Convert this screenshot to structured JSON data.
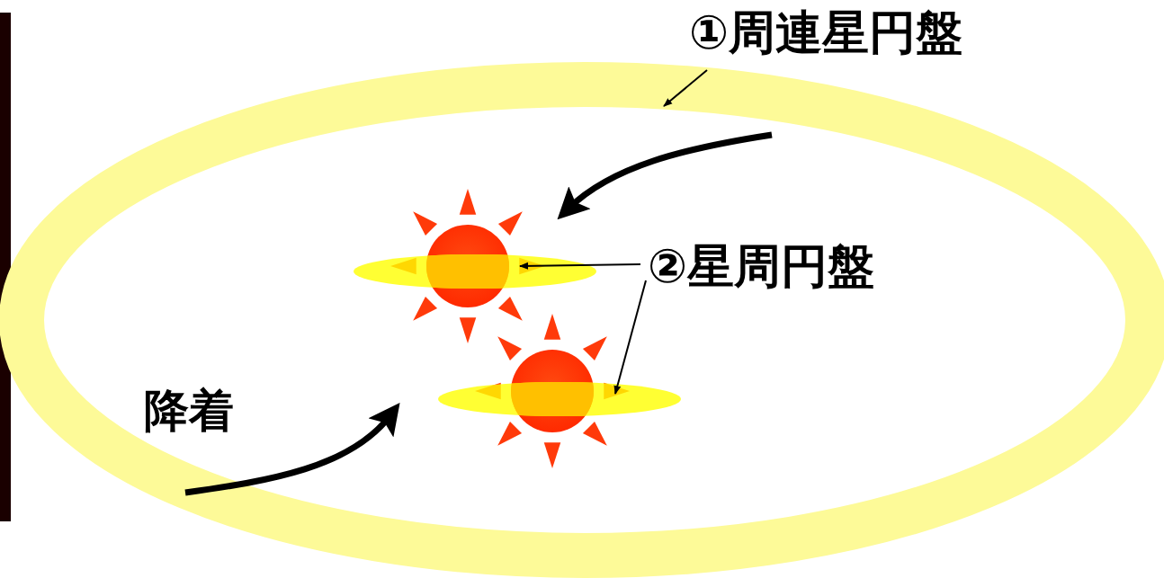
{
  "diagram": {
    "labels": [
      "①周連星円盤",
      "②星周円盤",
      "降着"
    ]
  }
}
